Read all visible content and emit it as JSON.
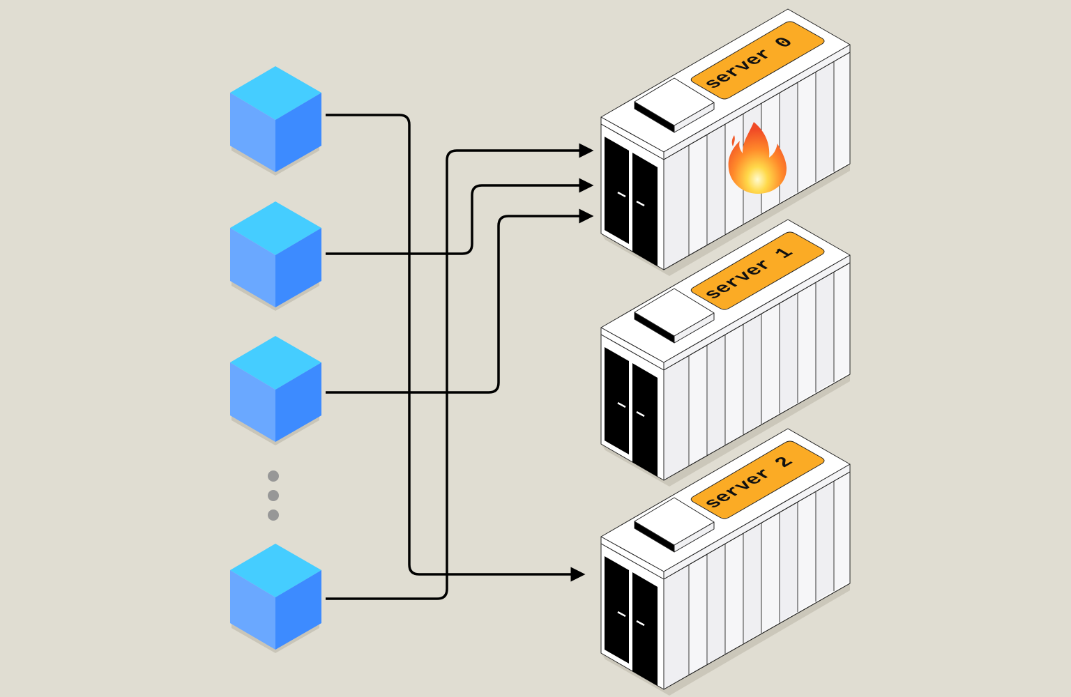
{
  "diagram": {
    "title": "Clients routed to servers, server 0 on fire",
    "colors": {
      "background": "#e0ddd2",
      "cube_top": "#45cdff",
      "cube_left": "#6aa8ff",
      "cube_right": "#3d8bff",
      "server_label": "#fbab25",
      "server_body": "#ffffff",
      "server_panel": "#efeff2",
      "line": "#000000",
      "ellipsis_dot": "#979797"
    },
    "clients": [
      {
        "id": "client-1"
      },
      {
        "id": "client-2"
      },
      {
        "id": "client-3"
      },
      {
        "id": "client-n"
      }
    ],
    "ellipsis": "more clients",
    "servers": [
      {
        "label": "server 0",
        "status": "on-fire",
        "icon": "fire-icon"
      },
      {
        "label": "server 1",
        "status": "normal"
      },
      {
        "label": "server 2",
        "status": "normal"
      }
    ],
    "connections": [
      {
        "from": "client-1",
        "to": "server 2"
      },
      {
        "from": "client-2",
        "to": "server 0"
      },
      {
        "from": "client-3",
        "to": "server 0"
      },
      {
        "from": "client-n",
        "to": "server 0"
      }
    ]
  }
}
